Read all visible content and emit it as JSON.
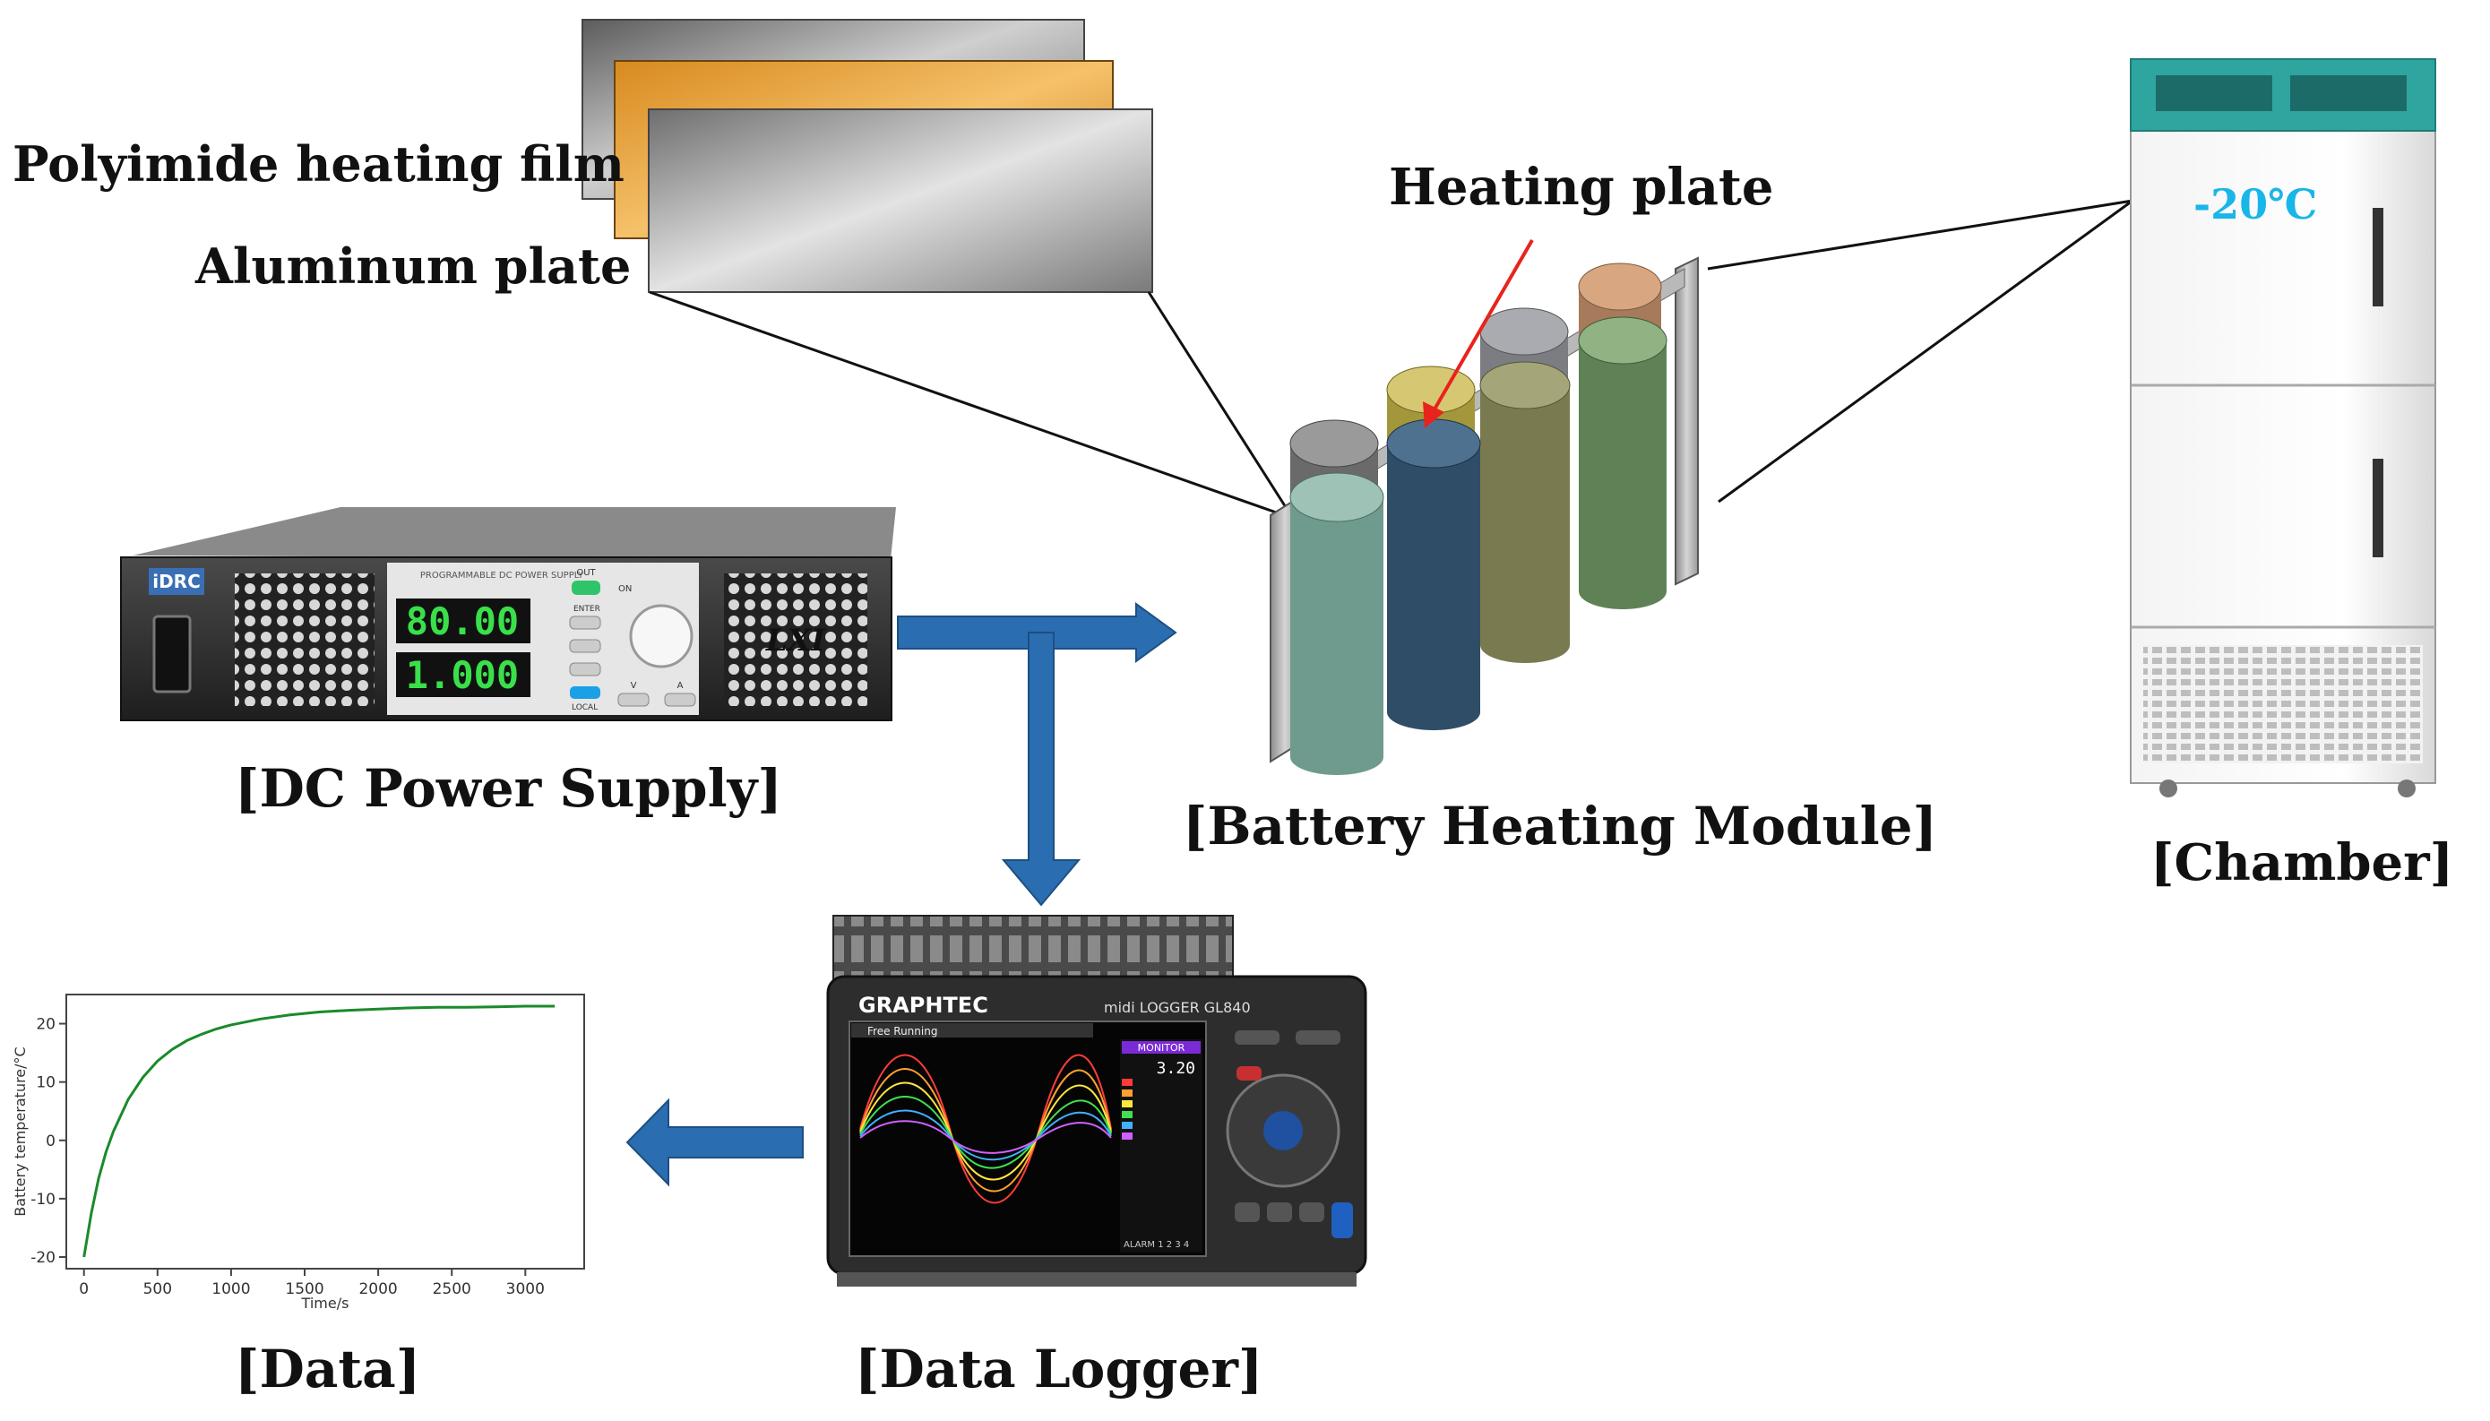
{
  "labels": {
    "film": "Polyimide heating film",
    "aluminum": "Aluminum plate",
    "heating_plate": "Heating plate",
    "chamber_temp": "-20℃",
    "dc_power": "[DC Power Supply]",
    "battery_module": "[Battery Heating Module]",
    "chamber": "[Chamber]",
    "data": "[Data]",
    "data_logger": "[Data Logger]"
  },
  "power_supply": {
    "brand": "iDRC",
    "panel_title": "PROGRAMMABLE DC POWER SUPPLY",
    "readout_voltage": "80.00",
    "readout_current": "1.000",
    "badge": "LXI",
    "out_label": "OUT",
    "on_label": "ON",
    "enter_label": "ENTER",
    "local_label": "LOCAL",
    "v_key": "V",
    "a_key": "A"
  },
  "logger": {
    "brand": "GRAPHTEC",
    "model": "midi LOGGER GL840",
    "status": "Free Running",
    "monitor": "MONITOR",
    "readout": "3.20",
    "alarm": "ALARM 1 2 3 4"
  },
  "colors": {
    "arrow": "#2a6db0",
    "chamber_temp": "#19b6e8",
    "curve": "#1a8a2a",
    "pointer": "#e8231c",
    "gold": "#e09a2a"
  },
  "chart_data": {
    "type": "line",
    "xlabel": "Time/s",
    "ylabel": "Battery temperature/°C",
    "xlim": [
      -120,
      3400
    ],
    "ylim": [
      -22,
      25
    ],
    "x_ticks": [
      0,
      500,
      1000,
      1500,
      2000,
      2500,
      3000
    ],
    "y_ticks": [
      -20,
      -10,
      0,
      10,
      20
    ],
    "series": [
      {
        "x": [
          0,
          50,
          100,
          150,
          200,
          300,
          400,
          500,
          600,
          700,
          800,
          900,
          1000,
          1200,
          1400,
          1600,
          1800,
          2000,
          2200,
          2400,
          2600,
          2800,
          3000,
          3200
        ],
        "y": [
          -20,
          -12.5,
          -6.5,
          -2,
          1.5,
          7,
          10.8,
          13.6,
          15.6,
          17.1,
          18.2,
          19.1,
          19.8,
          20.8,
          21.5,
          22.0,
          22.3,
          22.5,
          22.7,
          22.8,
          22.8,
          22.9,
          23.0,
          23.0
        ]
      }
    ]
  }
}
